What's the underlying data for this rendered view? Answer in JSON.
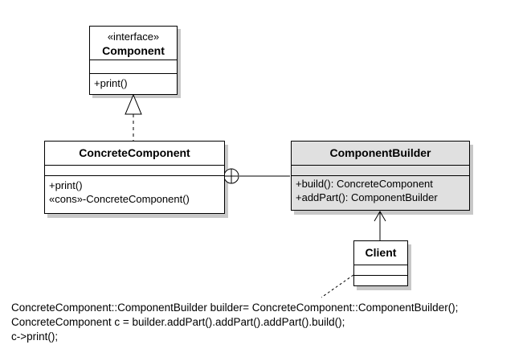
{
  "interface_class": {
    "stereotype": "«interface»",
    "name": "Component",
    "operations": [
      "+print()"
    ]
  },
  "concrete_class": {
    "name": "ConcreteComponent",
    "operations": [
      "+print()",
      "«cons»-ConcreteComponent()"
    ]
  },
  "builder_class": {
    "name": "ComponentBuilder",
    "operations": [
      "+build(): ConcreteComponent",
      "+addPart(): ComponentBuilder"
    ],
    "fill_color": "#e0e0e0"
  },
  "client_class": {
    "name": "Client"
  },
  "code_note": {
    "lines": [
      "ConcreteComponent::ComponentBuilder builder= ConcreteComponent::ComponentBuilder();",
      "ConcreteComponent c = builder.addPart().addPart().addPart().build();",
      "c->print();"
    ]
  }
}
